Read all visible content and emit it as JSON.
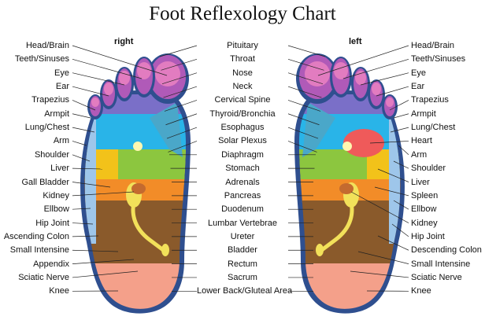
{
  "title": "Foot Reflexology Chart",
  "right_label": "right",
  "left_label": "left",
  "left_column": [
    "Head/Brain",
    "Teeth/Sinuses",
    "Eye",
    "Ear",
    "Trapezius",
    "Armpit",
    "Lung/Chest",
    "Arm",
    "Shoulder",
    "Liver",
    "Gall Bladder",
    "Kidney",
    "Ellbow",
    "Hip Joint",
    "Ascending Colon",
    "Small Intensine",
    "Appendix",
    "Sciatic Nerve",
    "Knee"
  ],
  "center_column": [
    "Pituitary",
    "Throat",
    "Nose",
    "Neck",
    "Cervical Spine",
    "Thyroid/Bronchia",
    "Esophagus",
    "Solar Plexus",
    "Diaphragm",
    "Stomach",
    "Adrenals",
    "Pancreas",
    "Duodenum",
    "Lumbar Vertebrae",
    "Ureter",
    "Bladder",
    "Rectum",
    "Sacrum",
    "Lower Back/Gluteal Area"
  ],
  "right_column": [
    "Head/Brain",
    "Teeth/Sinuses",
    "Eye",
    "Ear",
    "Trapezius",
    "Armpit",
    "Lung/Chest",
    "Heart",
    "Arm",
    "Shoulder",
    "Liver",
    "Spleen",
    "Ellbow",
    "Kidney",
    "Hip Joint",
    "Descending Colon",
    "Small Intensine",
    "Sciatic Nerve",
    "Knee"
  ],
  "colors": {
    "outline": "#2f4f8f",
    "toe": "#b05ab8",
    "toe_tip": "#e27cc0",
    "sinus": "#7a6fc8",
    "lung": "#29b4e8",
    "yellow": "#f2c21a",
    "green": "#8cc63f",
    "brown": "#8a5a2b",
    "heel": "#f4a08a",
    "orange": "#f28c28",
    "heart": "#ef5a5a"
  }
}
